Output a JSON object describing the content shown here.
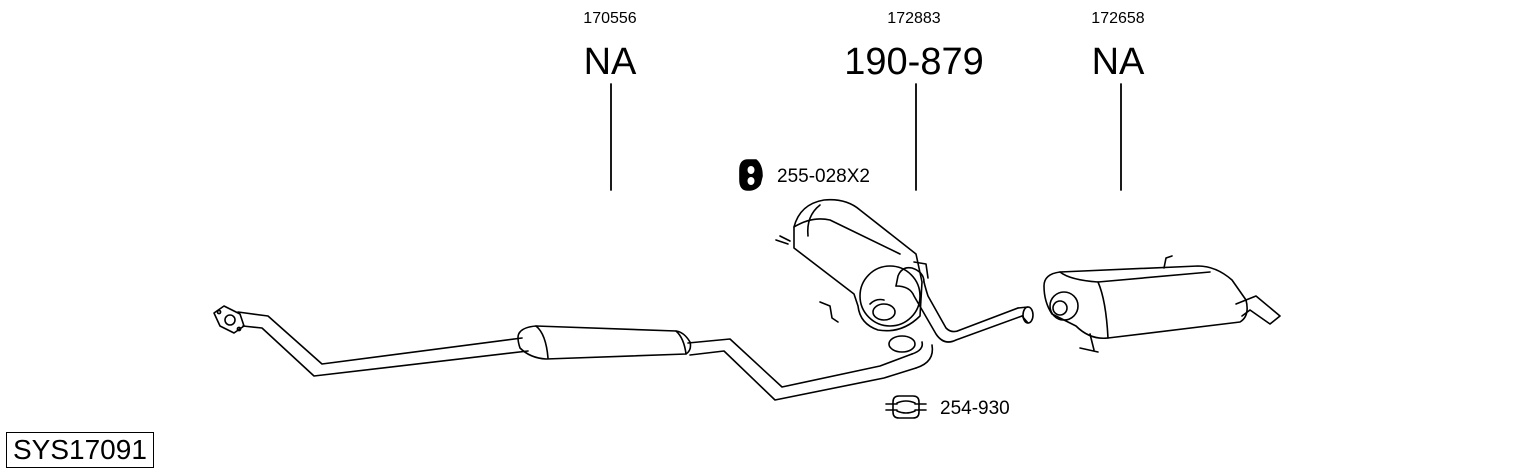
{
  "parts": [
    {
      "ref": "170556",
      "code": "NA"
    },
    {
      "ref": "172883",
      "code": "190-879"
    },
    {
      "ref": "172658",
      "code": "NA"
    }
  ],
  "accessories": [
    {
      "label": "255-028X2",
      "icon": "rubber-hanger-icon"
    },
    {
      "label": "254-930",
      "icon": "pipe-clamp-icon"
    }
  ],
  "system_id": "SYS17091"
}
